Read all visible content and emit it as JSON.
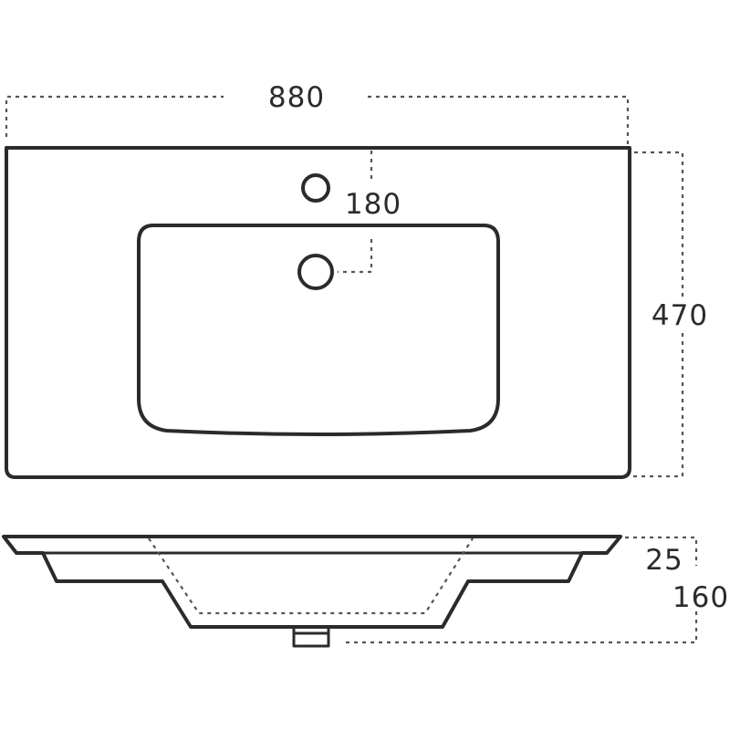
{
  "dimensions": {
    "width": "880",
    "depth": "470",
    "tap_offset": "180",
    "rim_thickness": "25",
    "height": "160"
  }
}
